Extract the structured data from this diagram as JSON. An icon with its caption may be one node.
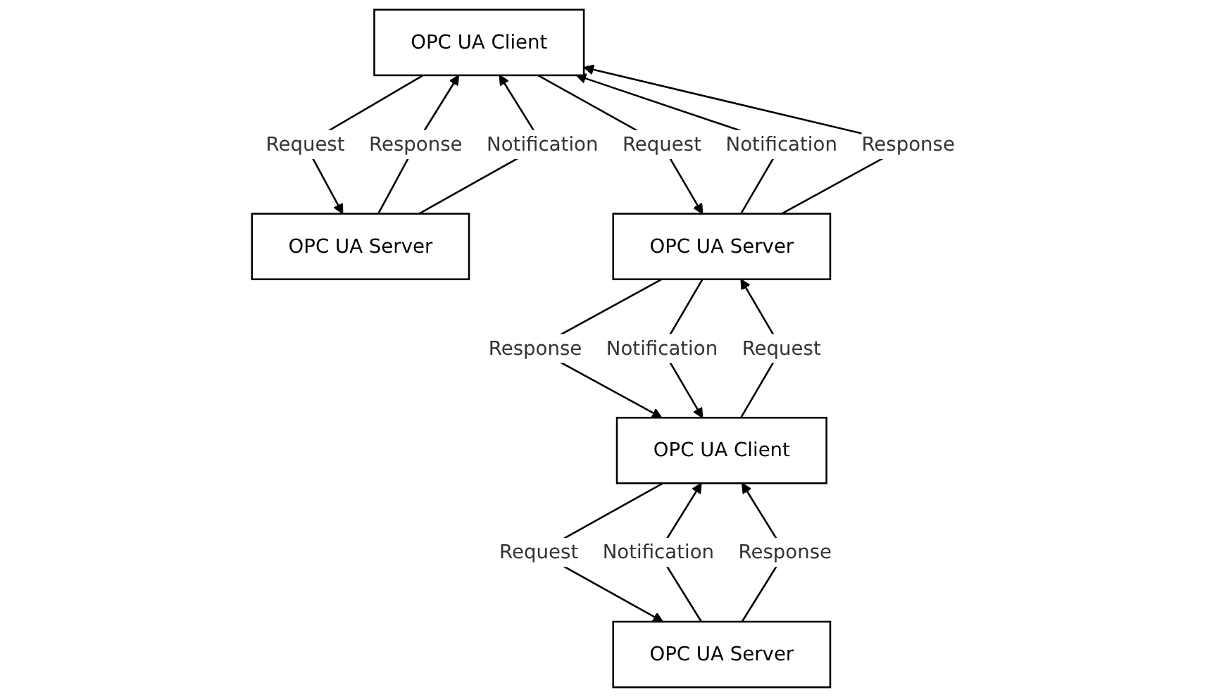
{
  "diagram": {
    "nodes": [
      {
        "text": [
          "OPC UA Client"
        ]
      },
      {
        "text": [
          "OPC UA Client"
        ]
      },
      {
        "text": [
          "OPC UA Server"
        ]
      },
      {
        "text": [
          "OPC UA Server"
        ]
      },
      {
        "text": [
          "OPC UA Server"
        ]
      }
    ],
    "edges": [
      {
        "from": 0,
        "to": 2,
        "arrow": "to",
        "label": "Request"
      },
      {
        "from": 2,
        "to": 0,
        "arrow": "to",
        "label": "Response"
      },
      {
        "from": 2,
        "to": 0,
        "arrow": "to",
        "label": "Notification"
      },
      {
        "from": 3,
        "to": 0,
        "arrow": "to",
        "label": "Notification"
      },
      {
        "from": 3,
        "to": 0,
        "arrow": "to",
        "label": "Response"
      },
      {
        "from": 0,
        "to": 3,
        "arrow": "to",
        "label": "Request"
      },
      {
        "from": 1,
        "to": 3,
        "arrow": "to",
        "label": "Request"
      },
      {
        "from": 3,
        "to": 1,
        "arrow": "to",
        "label": "Response"
      },
      {
        "from": 3,
        "to": 1,
        "arrow": "to",
        "label": "Notification"
      },
      {
        "from": 4,
        "to": 1,
        "arrow": "to",
        "label": "Notification"
      },
      {
        "from": 4,
        "to": 1,
        "arrow": "to",
        "label": "Response"
      },
      {
        "from": 1,
        "to": 4,
        "arrow": "to",
        "label": "Request"
      }
    ]
  }
}
